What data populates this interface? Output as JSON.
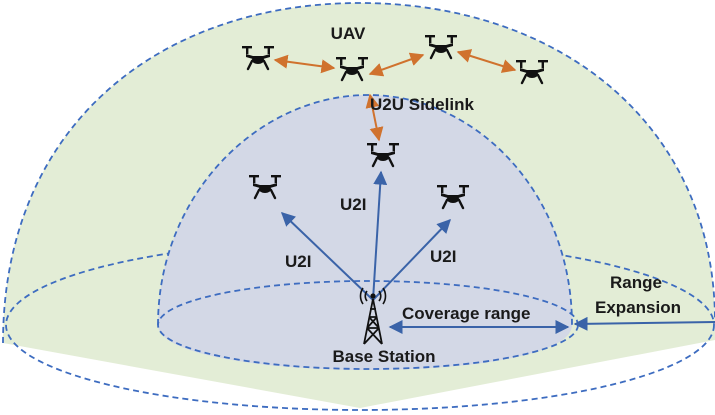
{
  "labels": {
    "uav": "UAV",
    "u2u_sidelink": "U2U Sidelink",
    "u2i_left": "U2I",
    "u2i_center": "U2I",
    "u2i_right": "U2I",
    "coverage_range": "Coverage range",
    "range_expansion_line1": "Range",
    "range_expansion_line2": "Expansion",
    "base_station": "Base Station"
  },
  "colors": {
    "outer_region": "#e3edd6",
    "inner_dome": "#d3d8e6",
    "dashed_outline": "#3d6cc0",
    "u2i_arrow": "#3a63a8",
    "u2u_arrow": "#d0722e",
    "drone": "#111111"
  }
}
